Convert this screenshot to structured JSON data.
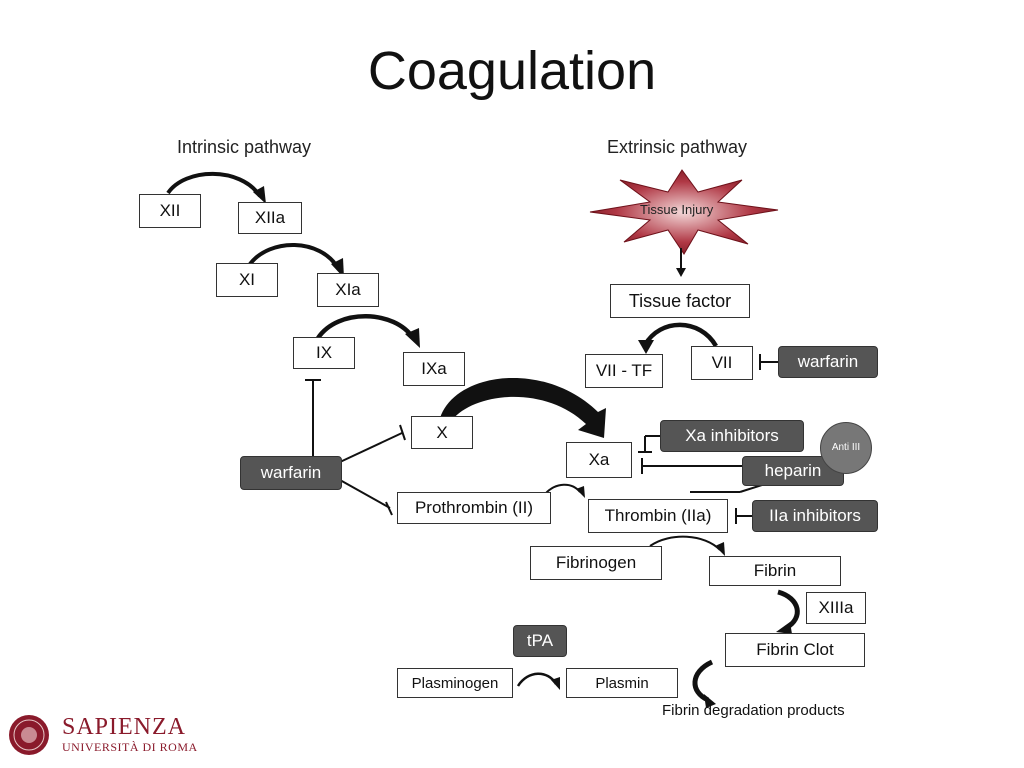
{
  "title": "Coagulation",
  "intrinsic_label": "Intrinsic pathway",
  "extrinsic_label": "Extrinsic pathway",
  "nodes": {
    "xii": "XII",
    "xiia": "XIIa",
    "xi": "XI",
    "xia": "XIa",
    "ix": "IX",
    "ixa": "IXa",
    "x": "X",
    "xa": "Xa",
    "tissue_injury": "Tissue Injury",
    "tissue_factor": "Tissue factor",
    "vii_tf": "VII - TF",
    "vii": "VII",
    "prothrombin": "Prothrombin (II)",
    "thrombin": "Thrombin (IIa)",
    "fibrinogen": "Fibrinogen",
    "fibrin": "Fibrin",
    "xiiia": "XIIIa",
    "fibrin_clot": "Fibrin Clot",
    "plasminogen": "Plasminogen",
    "plasmin": "Plasmin",
    "tpa": "tPA",
    "fdp": "Fibrin degradation products"
  },
  "inhibitors": {
    "warfarin_extrinsic": "warfarin",
    "warfarin_intrinsic": "warfarin",
    "xa_inhibitors": "Xa inhibitors",
    "heparin": "heparin",
    "anti_iii": "Anti III",
    "iia_inhibitors": "IIa inhibitors"
  },
  "logo": {
    "name": "SAPIENZA",
    "subtitle": "UNIVERSITÀ DI ROMA"
  },
  "colors": {
    "inhibitor_fill": "#555555",
    "logo": "#8a1a2b",
    "injury_star": "#8b1a24"
  }
}
